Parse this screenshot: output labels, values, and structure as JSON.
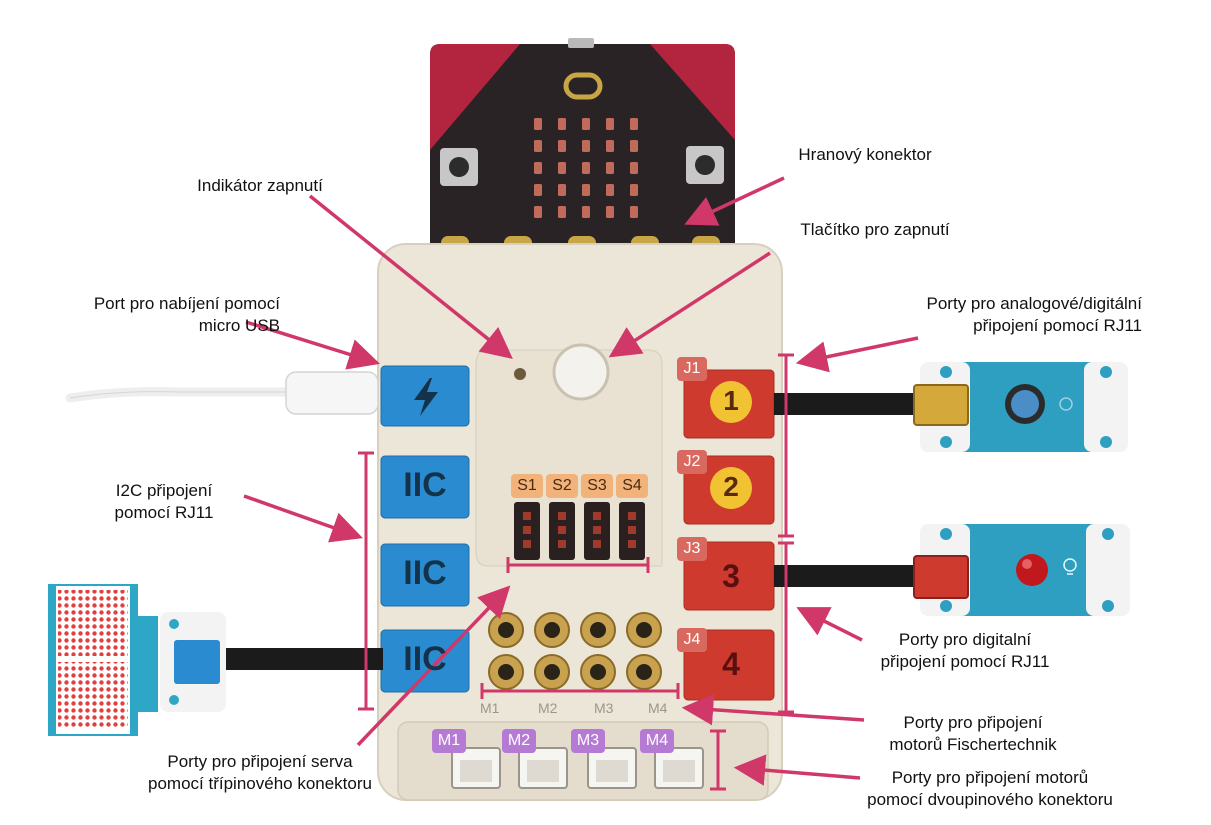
{
  "colors": {
    "arrow": "#d1386a",
    "case": "#ece6d8",
    "blue": "#2a8bd0",
    "red": "#cf3a2e",
    "board": "#2a2326",
    "board_accent": "#b3243e",
    "gold": "#c9a645",
    "module": "#2e9fc0"
  },
  "labels": {
    "edge_connector": "Hranový konektor",
    "power_indicator": "Indikátor zapnutí",
    "power_button": "Tlačítko pro zapnutí",
    "usb_port": "Port pro nabíjení pomocí\nmicro USB",
    "analog_ports": "Porty pro analogové/digitální\npřipojení pomocí RJ11",
    "i2c_ports": "I2C připojení\npomocí RJ11",
    "digital_ports": "Porty pro digitalní\npřipojení pomocí RJ11",
    "fischer_ports": "Porty pro připojení\nmotorů Fischertechnik",
    "servo_ports": "Porty pro připojení serva\npomocí třípinového konektoru",
    "motor_ports": "Porty pro připojení motorů\npomocí dvoupinového konektoru"
  },
  "servo_tags": [
    "S1",
    "S2",
    "S3",
    "S4"
  ],
  "motor_tags": [
    "M1",
    "M2",
    "M3",
    "M4"
  ],
  "j_tags": [
    "J1",
    "J2",
    "J3",
    "J4"
  ],
  "j_numbers": [
    "1",
    "2",
    "3",
    "4"
  ],
  "iic_label": "IIC",
  "fischer_labels": [
    "M1",
    "M2",
    "M3",
    "M4"
  ],
  "icons": {
    "usb": "lightning-icon",
    "usb_plug": "usb-symbol-icon",
    "bulb": "bulb-icon"
  }
}
